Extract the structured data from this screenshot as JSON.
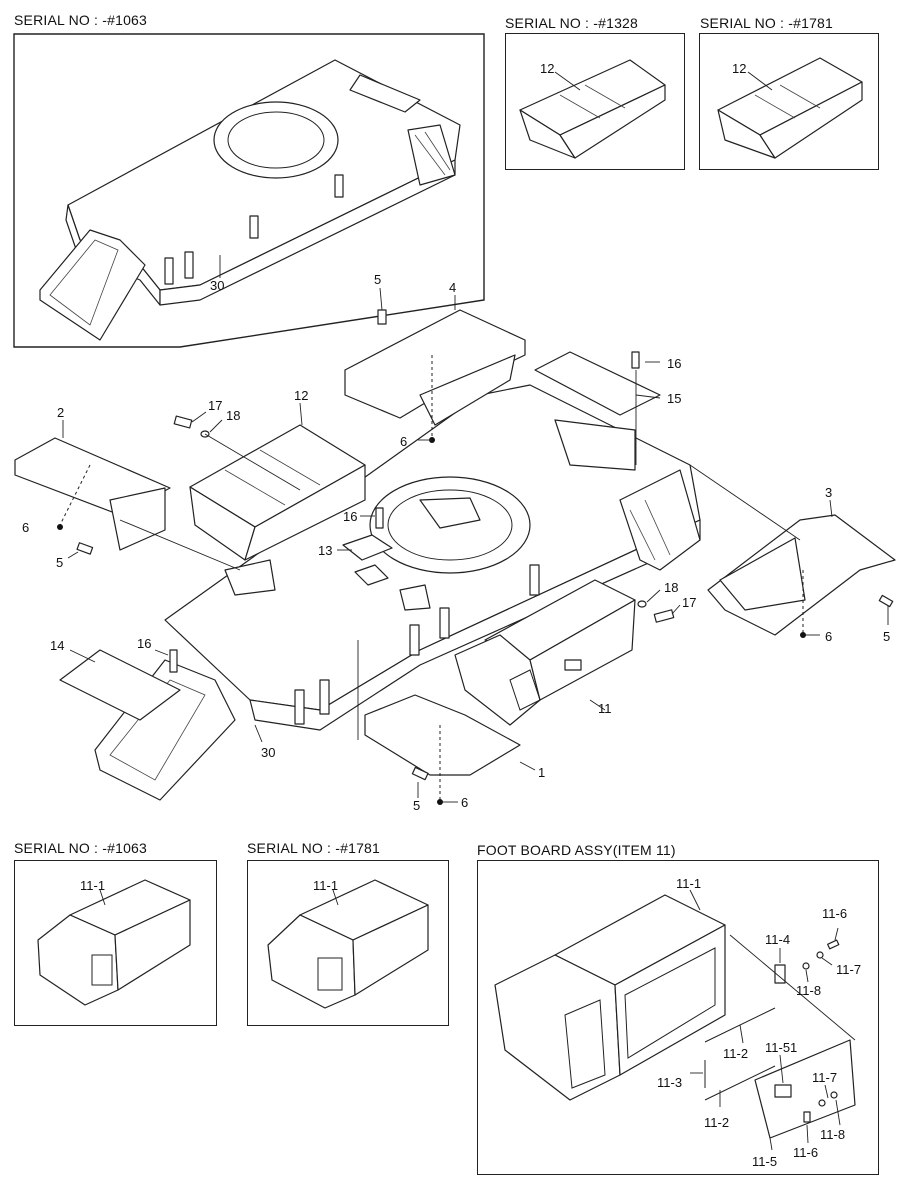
{
  "captions": {
    "top_left": "SERIAL NO : -#1063",
    "top_mid": "SERIAL NO : -#1328",
    "top_right": "SERIAL NO : -#1781",
    "bottom_left": "SERIAL NO : -#1063",
    "bottom_mid": "SERIAL NO : -#1781",
    "bottom_right": "FOOT BOARD ASSY(ITEM 11)"
  },
  "labels": {
    "p30_top": "30",
    "p12_a": "12",
    "p12_b": "12",
    "p5_a": "5",
    "p4": "4",
    "p16_a": "16",
    "p15": "15",
    "p6_a": "6",
    "p2": "2",
    "p17_a": "17",
    "p18_a": "18",
    "p12_c": "12",
    "p6_b": "6",
    "p5_b": "5",
    "p16_b": "16",
    "p13": "13",
    "p3": "3",
    "p18_b": "18",
    "p17_b": "17",
    "p6_c": "6",
    "p5_c": "5",
    "p14": "14",
    "p16_c": "16",
    "p30_main": "30",
    "p11": "11",
    "p1": "1",
    "p5_d": "5",
    "p6_d": "6",
    "p11_1_a": "11-1",
    "p11_1_b": "11-1",
    "p11_1_c": "11-1",
    "p11_4": "11-4",
    "p11_6_a": "11-6",
    "p11_7_a": "11-7",
    "p11_8_a": "11-8",
    "p11_2_a": "11-2",
    "p11_51": "11-51",
    "p11_3": "11-3",
    "p11_7_b": "11-7",
    "p11_2_b": "11-2",
    "p11_8_b": "11-8",
    "p11_6_b": "11-6",
    "p11_5": "11-5"
  }
}
